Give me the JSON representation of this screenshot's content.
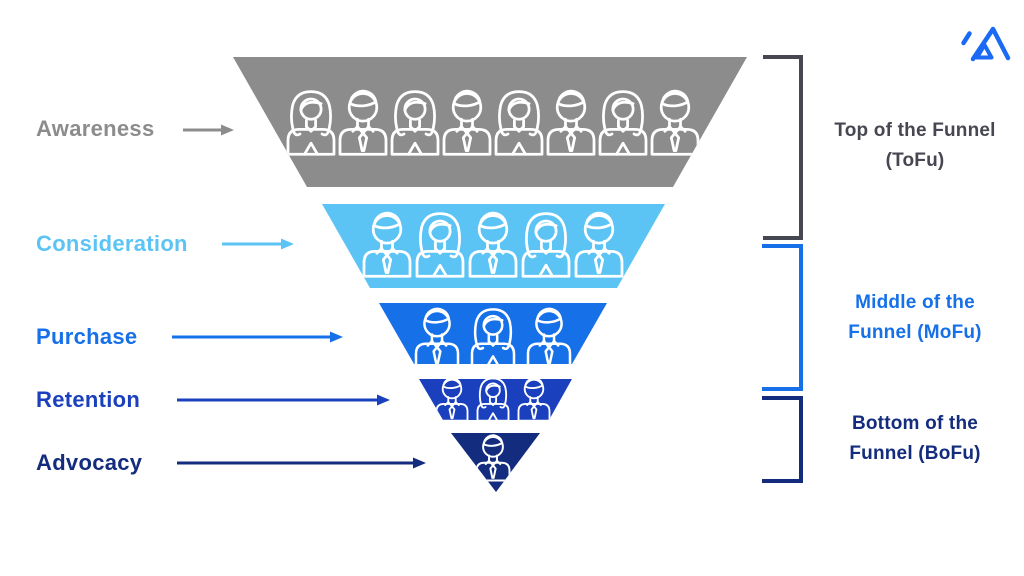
{
  "page": {
    "background": "#FFFFFF"
  },
  "brand": {
    "logo": "mountain-logo",
    "color": "#1B6AF5"
  },
  "funnel": {
    "stages": [
      {
        "label": "Awareness",
        "color": "#8C8C8C",
        "icons": [
          "female",
          "male",
          "female",
          "male",
          "female",
          "male",
          "female",
          "male"
        ]
      },
      {
        "label": "Consideration",
        "color": "#5CC4F5",
        "icons": [
          "male",
          "female",
          "male",
          "female",
          "male"
        ]
      },
      {
        "label": "Purchase",
        "color": "#1670E8",
        "icons": [
          "male",
          "female",
          "male"
        ]
      },
      {
        "label": "Retention",
        "color": "#1A40BE",
        "icons": [
          "male",
          "female",
          "male"
        ]
      },
      {
        "label": "Advocacy",
        "color": "#132C7D",
        "icons": [
          "male"
        ]
      }
    ]
  },
  "sections": [
    {
      "line1": "Top of the Funnel",
      "line2": "(ToFu)",
      "color": "#474751"
    },
    {
      "line1": "Middle of the",
      "line2": "Funnel (MoFu)",
      "color": "#1670E8"
    },
    {
      "line1": "Bottom of the",
      "line2": "Funnel (BoFu)",
      "color": "#132C7D"
    }
  ]
}
